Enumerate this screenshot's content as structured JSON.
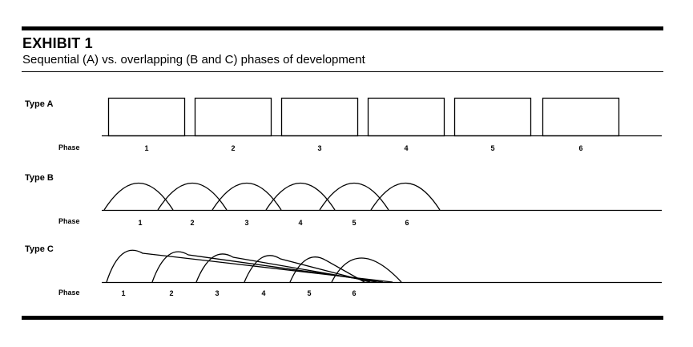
{
  "exhibit": {
    "title": "EXHIBIT 1",
    "subtitle": "Sequential (A) vs. overlapping (B and C) phases of development"
  },
  "types": [
    {
      "label": "Type A",
      "phase_label": "Phase",
      "phases": [
        "1",
        "2",
        "3",
        "4",
        "5",
        "6"
      ]
    },
    {
      "label": "Type B",
      "phase_label": "Phase",
      "phases": [
        "1",
        "2",
        "3",
        "4",
        "5",
        "6"
      ]
    },
    {
      "label": "Type C",
      "phase_label": "Phase",
      "phases": [
        "1",
        "2",
        "3",
        "4",
        "5",
        "6"
      ]
    }
  ]
}
